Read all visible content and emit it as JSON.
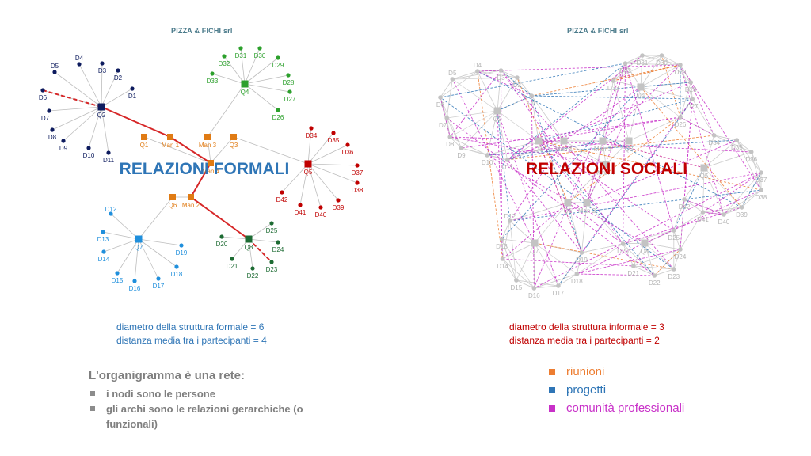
{
  "left": {
    "company": "PIZZA & FICHI srl",
    "overlay_title": "RELAZIONI  FORMALI",
    "stats": [
      "diametro della struttura formale = 6",
      "distanza media tra i partecipanti = 4"
    ],
    "org_title": "L'organigramma è una rete:",
    "bullets": [
      "i nodi sono le persone",
      "gli archi sono le relazioni gerarchiche (o funzionali)"
    ]
  },
  "right": {
    "company": "PIZZA & FICHI srl",
    "overlay_title": "RELAZIONI  SOCIALI",
    "stats": [
      "diametro della struttura informale = 3",
      "distanza media tra i partecipanti = 2"
    ],
    "legend": [
      {
        "label": "riunioni",
        "color": "#ed7d31"
      },
      {
        "label": "progetti",
        "color": "#2e75b6"
      },
      {
        "label": "comunità professionali",
        "color": "#c830c8"
      }
    ]
  },
  "colors": {
    "managers": "#e07b14",
    "q2": "#0d1b5e",
    "q4": "#2ca02c",
    "q5": "#c00000",
    "q7": "#1f8fdc",
    "q8": "#1d6b33",
    "formal_path": "#d62728",
    "grey_node": "#c3c3c3"
  },
  "formal_network": {
    "nodes": [
      {
        "id": "Man 1",
        "group": "manager"
      },
      {
        "id": "Man 2",
        "group": "manager"
      },
      {
        "id": "Man 3",
        "group": "manager"
      },
      {
        "id": "Man 4",
        "group": "manager"
      },
      {
        "id": "Q1",
        "group": "manager"
      },
      {
        "id": "Q3",
        "group": "manager"
      },
      {
        "id": "Q6",
        "group": "manager"
      },
      {
        "id": "Q2",
        "group": "q2"
      },
      {
        "id": "Q4",
        "group": "q4"
      },
      {
        "id": "Q5",
        "group": "q5"
      },
      {
        "id": "Q7",
        "group": "q7"
      },
      {
        "id": "Q8",
        "group": "q8"
      },
      {
        "id": "D1",
        "group": "q2"
      },
      {
        "id": "D2",
        "group": "q2"
      },
      {
        "id": "D3",
        "group": "q2"
      },
      {
        "id": "D4",
        "group": "q2"
      },
      {
        "id": "D5",
        "group": "q2"
      },
      {
        "id": "D6",
        "group": "q2"
      },
      {
        "id": "D7",
        "group": "q2"
      },
      {
        "id": "D8",
        "group": "q2"
      },
      {
        "id": "D9",
        "group": "q2"
      },
      {
        "id": "D10",
        "group": "q2"
      },
      {
        "id": "D11",
        "group": "q2"
      },
      {
        "id": "D26",
        "group": "q4"
      },
      {
        "id": "D27",
        "group": "q4"
      },
      {
        "id": "D28",
        "group": "q4"
      },
      {
        "id": "D29",
        "group": "q4"
      },
      {
        "id": "D30",
        "group": "q4"
      },
      {
        "id": "D31",
        "group": "q4"
      },
      {
        "id": "D32",
        "group": "q4"
      },
      {
        "id": "D33",
        "group": "q4"
      },
      {
        "id": "D34",
        "group": "q5"
      },
      {
        "id": "D35",
        "group": "q5"
      },
      {
        "id": "D36",
        "group": "q5"
      },
      {
        "id": "D37",
        "group": "q5"
      },
      {
        "id": "D38",
        "group": "q5"
      },
      {
        "id": "D39",
        "group": "q5"
      },
      {
        "id": "D40",
        "group": "q5"
      },
      {
        "id": "D41",
        "group": "q5"
      },
      {
        "id": "D42",
        "group": "q5"
      },
      {
        "id": "D12",
        "group": "q7"
      },
      {
        "id": "D13",
        "group": "q7"
      },
      {
        "id": "D14",
        "group": "q7"
      },
      {
        "id": "D15",
        "group": "q7"
      },
      {
        "id": "D16",
        "group": "q7"
      },
      {
        "id": "D17",
        "group": "q7"
      },
      {
        "id": "D18",
        "group": "q7"
      },
      {
        "id": "D19",
        "group": "q7"
      },
      {
        "id": "D20",
        "group": "q8"
      },
      {
        "id": "D21",
        "group": "q8"
      },
      {
        "id": "D22",
        "group": "q8"
      },
      {
        "id": "D23",
        "group": "q8"
      },
      {
        "id": "D24",
        "group": "q8"
      },
      {
        "id": "D25",
        "group": "q8"
      }
    ]
  }
}
